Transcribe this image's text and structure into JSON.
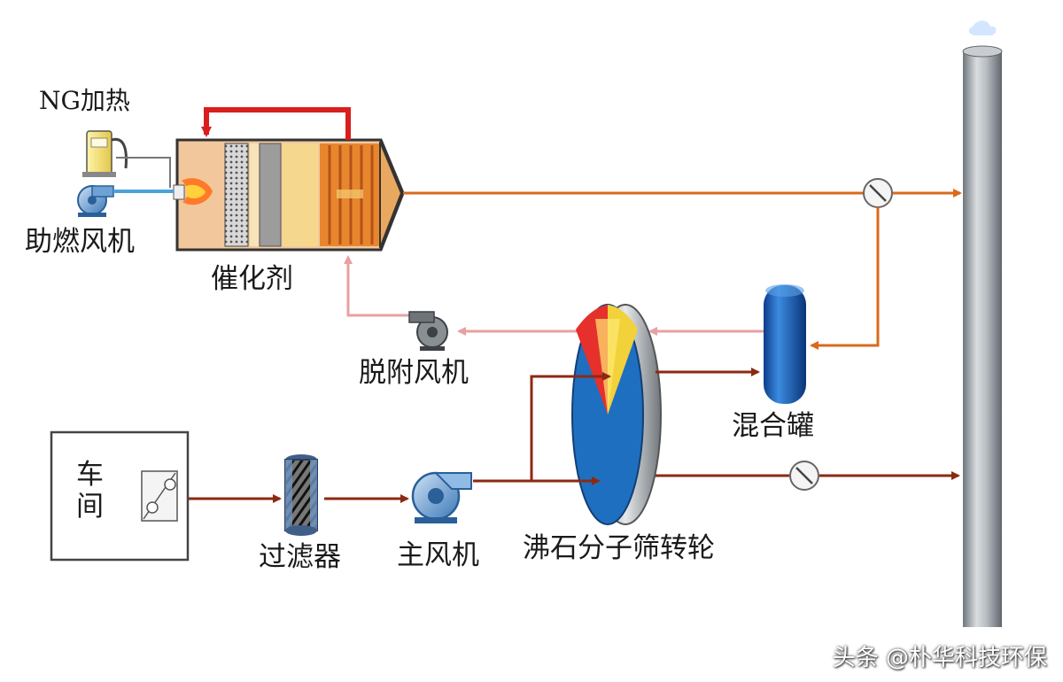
{
  "labels": {
    "ng_heating": "NG加热",
    "combustion_fan": "助燃风机",
    "catalyst": "催化剂",
    "desorption_fan": "脱附风机",
    "mixing_tank": "混合罐",
    "workshop": "车间",
    "filter": "过滤器",
    "main_fan": "主风机",
    "zeolite_rotor": "沸石分子筛转轮"
  },
  "watermark": "头条 @朴华科技环保",
  "colors": {
    "hot_flow": "#d9691c",
    "process_flow": "#8b2a12",
    "desorb_flow": "#e8a0a0",
    "recirc": "#d81e1e",
    "fuel_line": "#4aa3d9",
    "rotor_blue": "#1f6fc0",
    "chimney": "#9aa0a6"
  }
}
